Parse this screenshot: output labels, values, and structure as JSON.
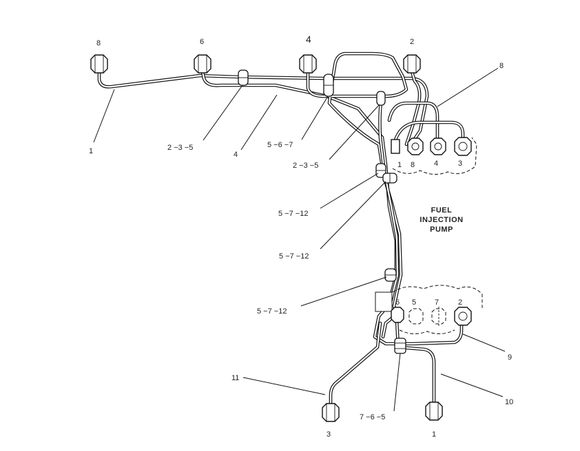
{
  "diagram": {
    "pump_label_lines": [
      "FUEL",
      "INJECTION",
      "PUMP"
    ],
    "top_cylinder_labels": {
      "cyl_8": "8",
      "cyl_6": "6",
      "cyl_4": "4",
      "cyl_2": "2"
    },
    "bottom_cylinder_labels": {
      "cyl_3": "3",
      "cyl_1": "1"
    },
    "pump_port_labels_upper": [
      "1",
      "8",
      "4",
      "3"
    ],
    "pump_port_labels_lower": [
      "6",
      "5",
      "7",
      "2"
    ],
    "callouts": {
      "c1": "1",
      "c2_3_5_left": "2 −3 −5",
      "c4": "4",
      "c5_6_7": "5 −6 −7",
      "c2_3_5_right": "2 −3 −5",
      "c8": "8",
      "c5_7_12_a": "5 −7 −12",
      "c5_7_12_b": "5 −7 −12",
      "c5_7_12_c": "5 −7 −12",
      "c9": "9",
      "c10": "10",
      "c11": "11",
      "c7_6_5": "7 −6 −5"
    }
  }
}
